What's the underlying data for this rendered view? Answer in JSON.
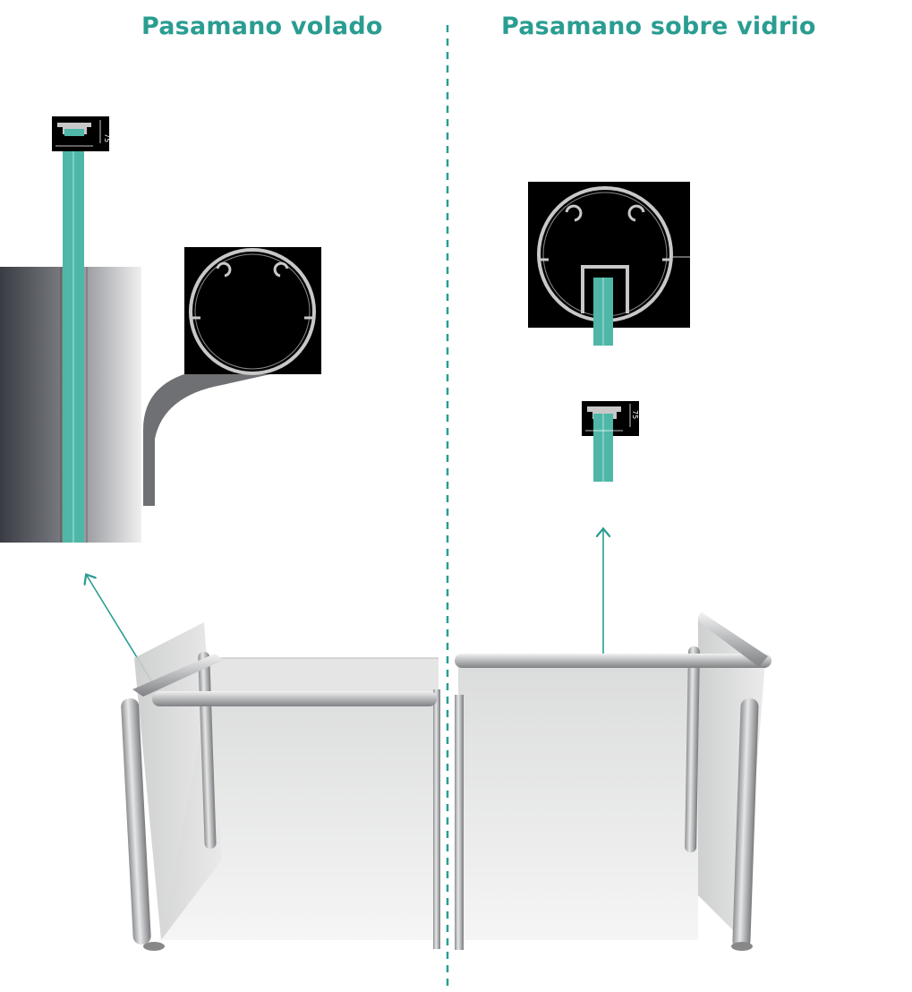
{
  "sections": {
    "left": {
      "title": "Pasamano volado"
    },
    "right": {
      "title": "Pasamano sobre vidrio"
    }
  },
  "dimensions": {
    "profile_height_left": "75",
    "profile_height_right": "75"
  },
  "colors": {
    "accent": "#2a9d91",
    "glass_teal": "#4fb7a7",
    "detail_bg": "#000000",
    "profile_stroke": "#c8c8c8"
  }
}
